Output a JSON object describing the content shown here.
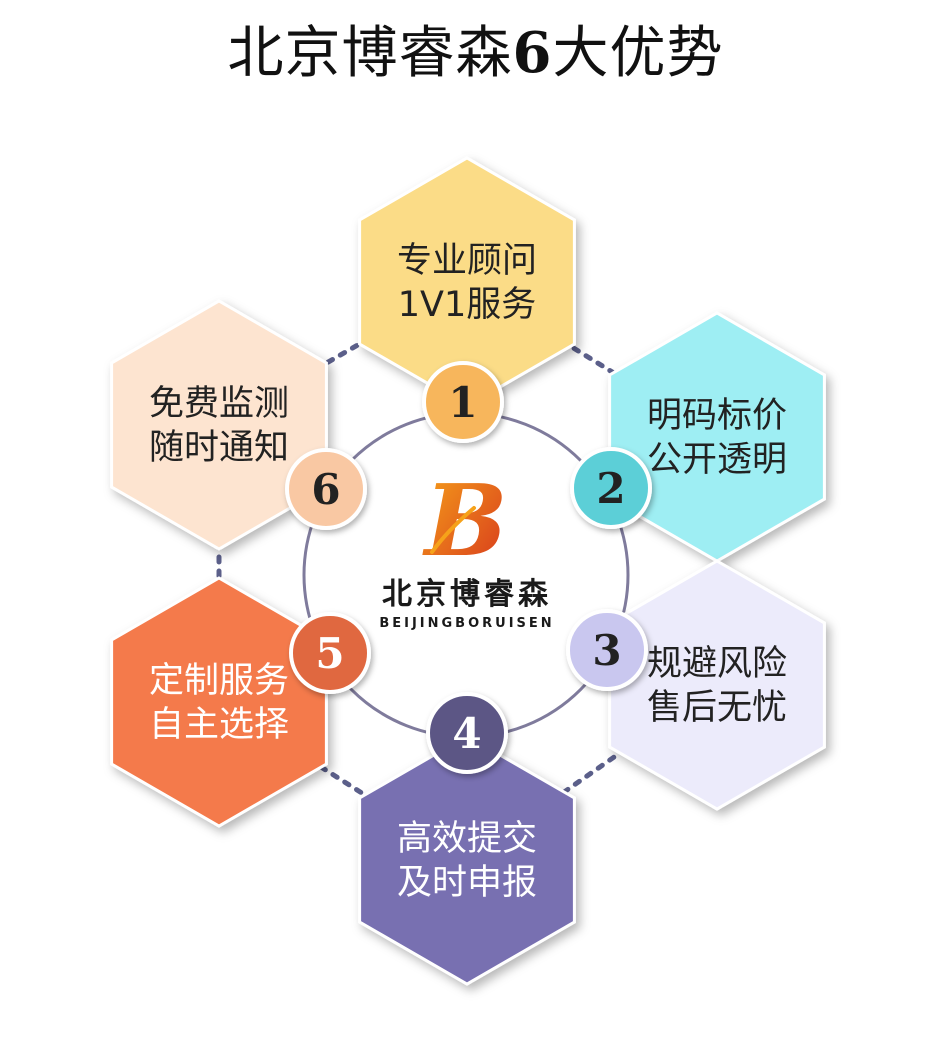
{
  "title": {
    "prefix": "北京博睿森",
    "number": "6",
    "suffix": "大优势"
  },
  "logo": {
    "mark": "B",
    "name_cn": "北京博睿森",
    "name_en": "BEIJINGBORUISEN"
  },
  "colors": {
    "ring": "#7f7b9c",
    "connector": "#5b5f8a"
  },
  "advantages": [
    {
      "number": "1",
      "line1": "专业顾问",
      "line2": "1V1服务",
      "hex_color": "#fbdc87",
      "badge_color": "#f7b65c",
      "text_color": "#222222",
      "badge_text_color": "#222222"
    },
    {
      "number": "2",
      "line1": "明码标价",
      "line2": "公开透明",
      "hex_color": "#9eeef3",
      "badge_color": "#5ccfd7",
      "text_color": "#222222",
      "badge_text_color": "#222222"
    },
    {
      "number": "3",
      "line1": "规避风险",
      "line2": "售后无忧",
      "hex_color": "#ecebfb",
      "badge_color": "#c9c7ef",
      "text_color": "#222222",
      "badge_text_color": "#222222"
    },
    {
      "number": "4",
      "line1": "高效提交",
      "line2": "及时申报",
      "hex_color": "#7870b1",
      "badge_color": "#5b5785",
      "text_color": "#ffffff",
      "badge_text_color": "#ffffff"
    },
    {
      "number": "5",
      "line1": "定制服务",
      "line2": "自主选择",
      "hex_color": "#f47a4b",
      "badge_color": "#e0673f",
      "text_color": "#ffffff",
      "badge_text_color": "#ffffff"
    },
    {
      "number": "6",
      "line1": "免费监测",
      "line2": "随时通知",
      "hex_color": "#fde4d0",
      "badge_color": "#f9c8a3",
      "text_color": "#222222",
      "badge_text_color": "#222222"
    }
  ]
}
